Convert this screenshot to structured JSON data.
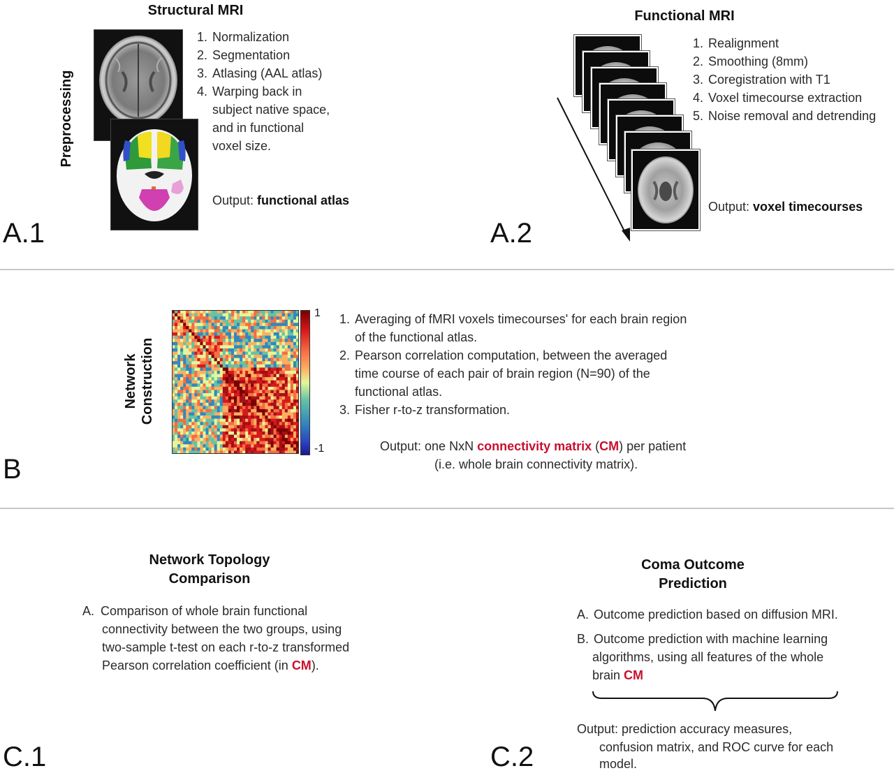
{
  "section_a1": {
    "heading": "Structural MRI",
    "side_label": "Preprocessing",
    "panel_label": "A.1",
    "steps": [
      {
        "num": "1.",
        "text": "Normalization"
      },
      {
        "num": "2.",
        "text": "Segmentation"
      },
      {
        "num": "3.",
        "text": "Atlasing (AAL atlas)"
      },
      {
        "num": "4.",
        "text": "Warping back in"
      }
    ],
    "step4_cont": [
      "subject native space,",
      "and in functional",
      "voxel size."
    ],
    "output_prefix": "Output: ",
    "output_bold": "functional atlas"
  },
  "section_a2": {
    "heading": "Functional MRI",
    "panel_label": "A.2",
    "steps": [
      {
        "num": "1.",
        "text": "Realignment"
      },
      {
        "num": "2.",
        "text": "Smoothing (8mm)"
      },
      {
        "num": "3.",
        "text": "Coregistration with T1"
      },
      {
        "num": "4.",
        "text": "Voxel timecourse extraction"
      },
      {
        "num": "5.",
        "text": "Noise removal and detrending"
      }
    ],
    "output_prefix": "Output: ",
    "output_bold": "voxel timecourses"
  },
  "section_b": {
    "side_label_line1": "Network",
    "side_label_line2": "Construction",
    "panel_label": "B",
    "colorbar_max": "1",
    "colorbar_min": "-1",
    "step1_num": "1.",
    "step1_line1": "Averaging of fMRI voxels timecourses' for each brain region",
    "step1_line2": "of the functional atlas.",
    "step2_num": "2.",
    "step2_line1": "Pearson correlation computation, between the averaged",
    "step2_line2": "time course of each pair of brain region (N=90) of the",
    "step2_line3": "functional atlas.",
    "step3_num": "3.",
    "step3_line1": "Fisher r-to-z transformation.",
    "output_prefix": "Output: one NxN ",
    "output_red1": "connectivity matrix",
    "output_paren_open": " (",
    "output_red2": "CM",
    "output_suffix": ") per patient",
    "output_line2": "(i.e. whole brain connectivity matrix)."
  },
  "section_c1": {
    "heading_line1": "Network Topology",
    "heading_line2": "Comparison",
    "panel_label": "C.1",
    "item_letter": "A.",
    "item_line1": "Comparison of whole brain functional",
    "item_line2": "connectivity between the two groups, using",
    "item_line3": "two-sample t-test on each r-to-z transformed",
    "item_line4_prefix": "Pearson correlation coefficient (in ",
    "item_line4_red": "CM",
    "item_line4_suffix": ")."
  },
  "section_c2": {
    "heading_line1": "Coma Outcome",
    "heading_line2": "Prediction",
    "panel_label": "C.2",
    "itemA_letter": "A.",
    "itemA_line1": "Outcome prediction based on diffusion MRI.",
    "itemB_letter": "B.",
    "itemB_line1": "Outcome prediction with machine learning",
    "itemB_line2": "algorithms, using all features of the whole",
    "itemB_line3_prefix": "brain ",
    "itemB_line3_red": "CM",
    "output_line1": "Output: prediction accuracy measures,",
    "output_line2": "confusion matrix, and ROC curve for each",
    "output_line3": "model."
  },
  "colors": {
    "accent_red": "#c8102e",
    "divider": "#c7c7c7"
  }
}
